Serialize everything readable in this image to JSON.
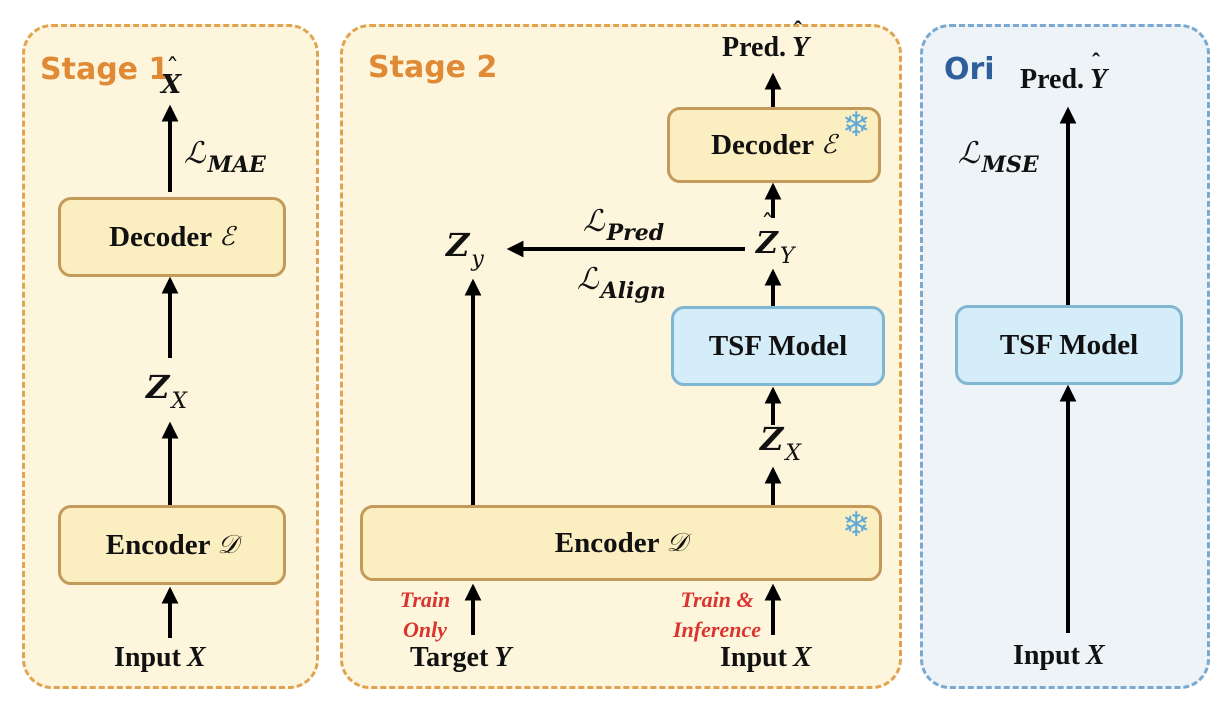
{
  "stage1": {
    "title": "Stage 1",
    "decoder_label": "Decoder",
    "decoder_symbol": "ℰ",
    "encoder_label": "Encoder",
    "encoder_symbol": "𝒟",
    "input_label": "Input",
    "input_var": "X",
    "latent_var": "Z",
    "latent_sub": "X",
    "output_var": "X",
    "loss_symbol": "ℒ",
    "loss_sub": "MAE"
  },
  "stage2": {
    "title": "Stage 2",
    "pred_label": "Pred.",
    "pred_var": "Y",
    "decoder_label": "Decoder",
    "decoder_symbol": "ℰ",
    "zhat_var": "Z",
    "zhat_sub": "Y",
    "zy_var": "Z",
    "zy_sub": "y",
    "loss_pred_symbol": "ℒ",
    "loss_pred_sub": "Pred",
    "loss_align_symbol": "ℒ",
    "loss_align_sub": "Align",
    "tsf_label": "TSF Model",
    "zx_var": "Z",
    "zx_sub": "X",
    "encoder_label": "Encoder",
    "encoder_symbol": "𝒟",
    "note_train_only_1": "Train",
    "note_train_only_2": "Only",
    "note_train_inf_1": "Train &",
    "note_train_inf_2": "Inference",
    "target_label": "Target",
    "target_var": "Y",
    "input_label": "Input",
    "input_var": "X"
  },
  "ori": {
    "title": "Ori",
    "pred_label": "Pred.",
    "pred_var": "Y",
    "loss_symbol": "ℒ",
    "loss_sub": "MSE",
    "tsf_label": "TSF Model",
    "input_label": "Input",
    "input_var": "X"
  },
  "icons": {
    "frozen": "snowflake-icon"
  },
  "colors": {
    "stage_bg": "#fdf6dd",
    "stage_border": "#e0a352",
    "stage_title": "#e08a35",
    "ori_bg": "#eef3f8",
    "ori_border": "#7aa8cf",
    "ori_title": "#2f5f9a",
    "yellow_box": "#fbeec0",
    "blue_box": "#d4edf8",
    "note_red": "#d9352f",
    "snowflake": "#5ea9d8"
  }
}
